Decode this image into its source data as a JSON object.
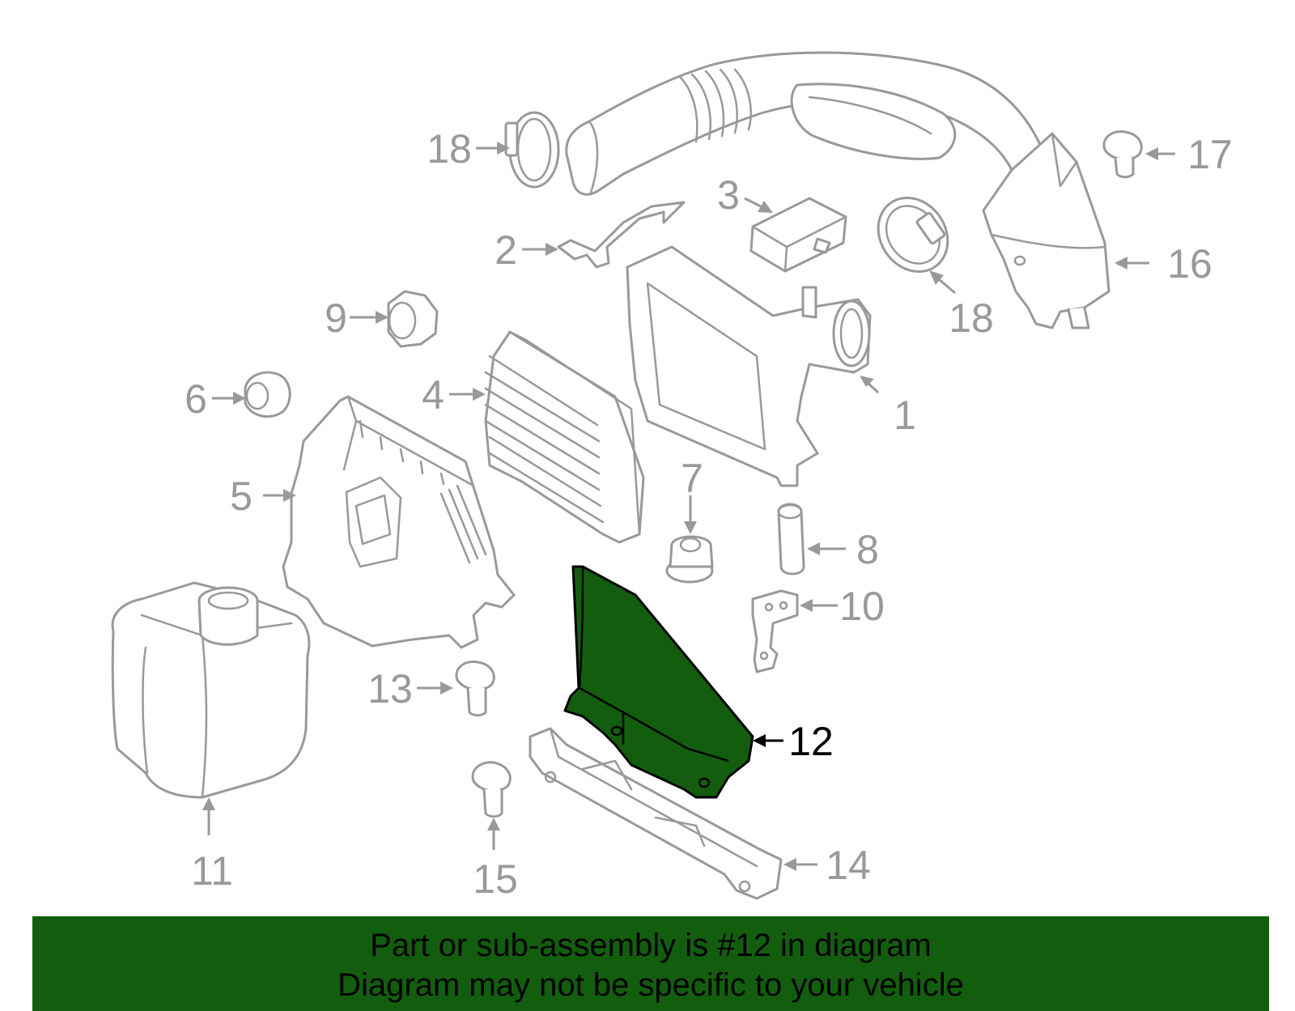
{
  "callouts": {
    "c1": "1",
    "c2": "2",
    "c3": "3",
    "c4": "4",
    "c5": "5",
    "c6": "6",
    "c7": "7",
    "c8": "8",
    "c9": "9",
    "c10": "10",
    "c11": "11",
    "c12": "12",
    "c13": "13",
    "c14": "14",
    "c15": "15",
    "c16": "16",
    "c17": "17",
    "c18a": "18",
    "c18b": "18"
  },
  "highlighted_part": "12",
  "colors": {
    "highlight": "#135e0e",
    "outline": "#999999",
    "banner": "#135e0e"
  },
  "banner": {
    "line1": "Part or sub-assembly is #12 in diagram",
    "line2": "Diagram may not be specific to your vehicle"
  }
}
